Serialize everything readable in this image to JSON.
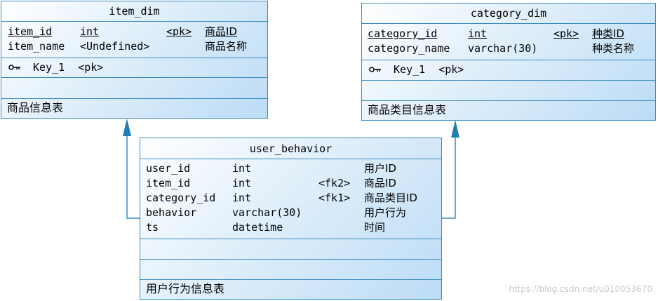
{
  "entities": {
    "item_dim": {
      "title": "item_dim",
      "columns": [
        {
          "name": "item_id",
          "type": "int",
          "key": "<pk>",
          "comment": "商品ID"
        },
        {
          "name": "item_name",
          "type": "<Undefined>",
          "key": "",
          "comment": "商品名称"
        }
      ],
      "key_label": "Key_1",
      "key_tag": "<pk>",
      "description": "商品信息表"
    },
    "category_dim": {
      "title": "category_dim",
      "columns": [
        {
          "name": "category_id",
          "type": "int",
          "key": "<pk>",
          "comment": "种类ID"
        },
        {
          "name": "category_name",
          "type": "varchar(30)",
          "key": "",
          "comment": "种类名称"
        }
      ],
      "key_label": "Key_1",
      "key_tag": "<pk>",
      "description": "商品类目信息表"
    },
    "user_behavior": {
      "title": "user_behavior",
      "columns": [
        {
          "name": "user_id",
          "type": "int",
          "key": "",
          "comment": "用户ID"
        },
        {
          "name": "item_id",
          "type": "int",
          "key": "<fk2>",
          "comment": "商品ID"
        },
        {
          "name": "category_id",
          "type": "int",
          "key": "<fk1>",
          "comment": "商品类目ID"
        },
        {
          "name": "behavior",
          "type": "varchar(30)",
          "key": "",
          "comment": "用户行为"
        },
        {
          "name": "ts",
          "type": "datetime",
          "key": "",
          "comment": "时间"
        }
      ],
      "description": "用户行为信息表"
    }
  },
  "icons": {
    "key": "key-icon"
  },
  "colors": {
    "border": "#3a8bbf",
    "link": "#3a8bbf",
    "arrow": "#1f7fb4"
  },
  "watermark": "https://blog.csdn.net/u010053670"
}
